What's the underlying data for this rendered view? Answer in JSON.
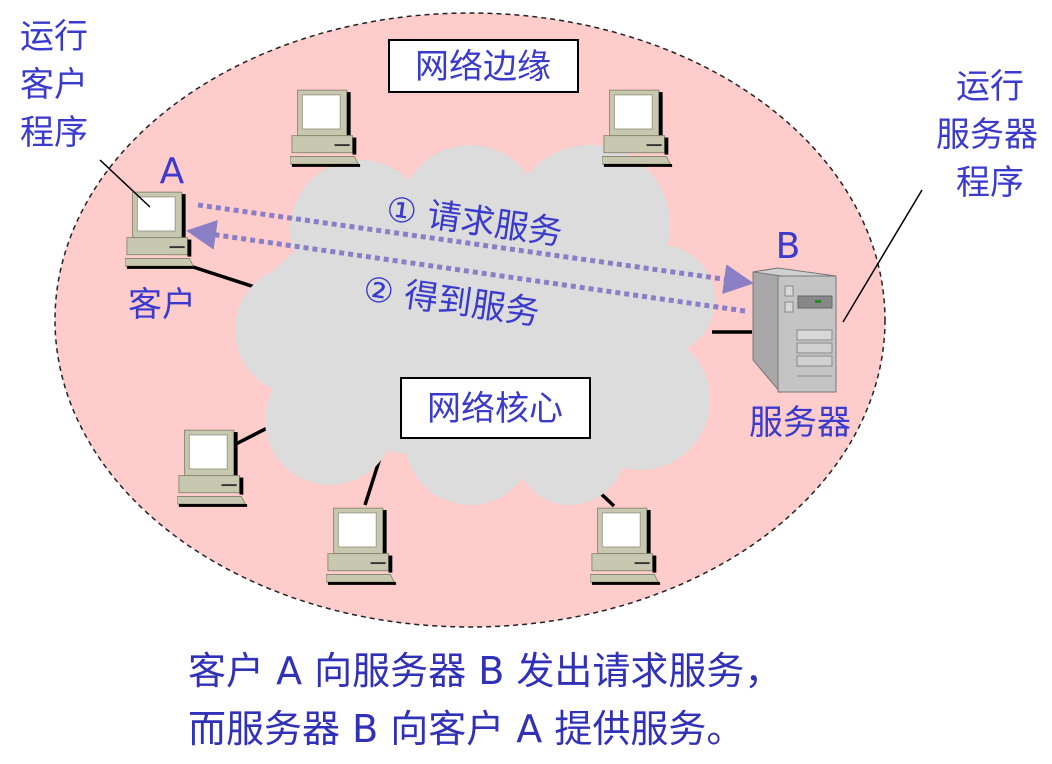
{
  "labels": {
    "client_program": [
      "运行",
      "客户",
      "程序"
    ],
    "server_program": [
      "运行",
      "服务器",
      "程序"
    ],
    "node_a": "A",
    "node_b": "B",
    "client": "客户",
    "server": "服务器",
    "network_edge": "网络边缘",
    "network_core": "网络核心",
    "request": "① 请求服务",
    "response": "② 得到服务"
  },
  "caption": [
    "客户 A 向服务器 B 发出请求服务，",
    "而服务器 B 向客户 A 提供服务。"
  ],
  "colors": {
    "edge_fill": "#ffcccc",
    "cloud_fill": "#dcdcdc",
    "text": "#3a3acc",
    "arrow": "#8a7fc4"
  }
}
